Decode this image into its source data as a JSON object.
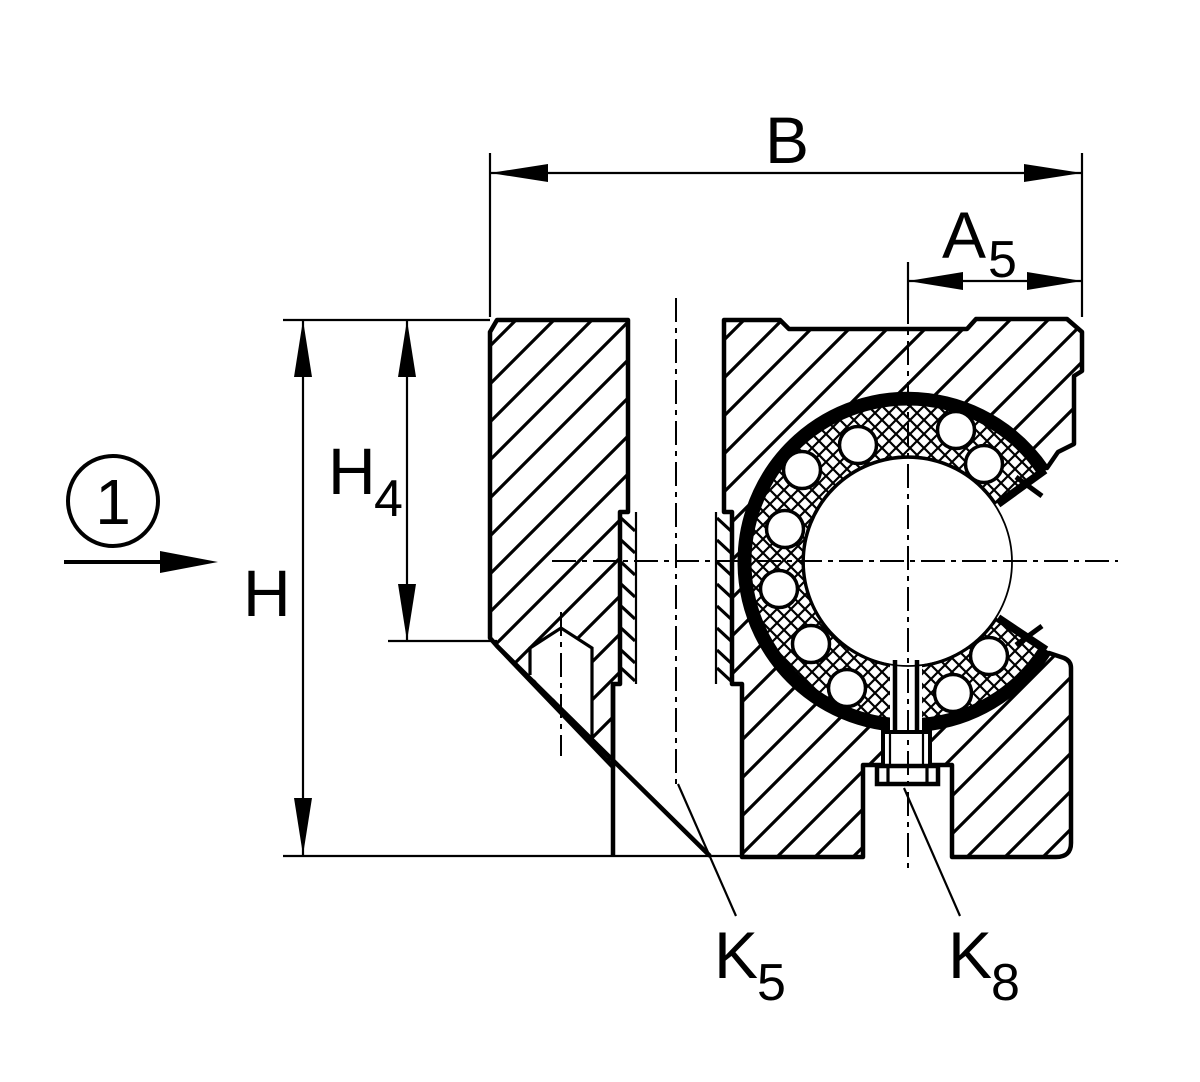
{
  "drawing": {
    "type": "technical-section-drawing-linear-ball-bearing-unit",
    "colors": {
      "ink": "#000000",
      "background": "#ffffff"
    },
    "labels": {
      "dim_width": "B",
      "dim_a5_base": "A",
      "dim_a5_sub": "5",
      "dim_h4_base": "H",
      "dim_h4_sub": "4",
      "dim_height": "H",
      "callout_number": "1",
      "k5_base": "K",
      "k5_sub": "5",
      "k8_base": "K",
      "k8_sub": "8"
    }
  }
}
